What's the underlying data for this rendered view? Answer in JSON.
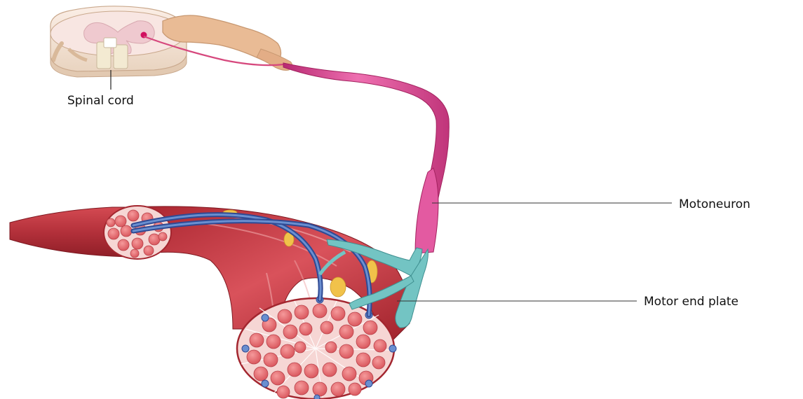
{
  "labels": {
    "spinal_cord": "Spinal cord",
    "motoneuron": "Motoneuron",
    "motor_end_plate": "Motor end plate"
  },
  "colors": {
    "spinal_grey_matter": "#f2cfcf",
    "spinal_white": "#f3ead2",
    "nerve_root": "#e8b890",
    "motoneuron": "#e0559c",
    "motor_end_plate": "#73c4c3",
    "muscle": "#c2353f",
    "muscle_fiber": "#e26f72",
    "blood_vessel": "#3f5fb0",
    "fat": "#f1c24a"
  }
}
